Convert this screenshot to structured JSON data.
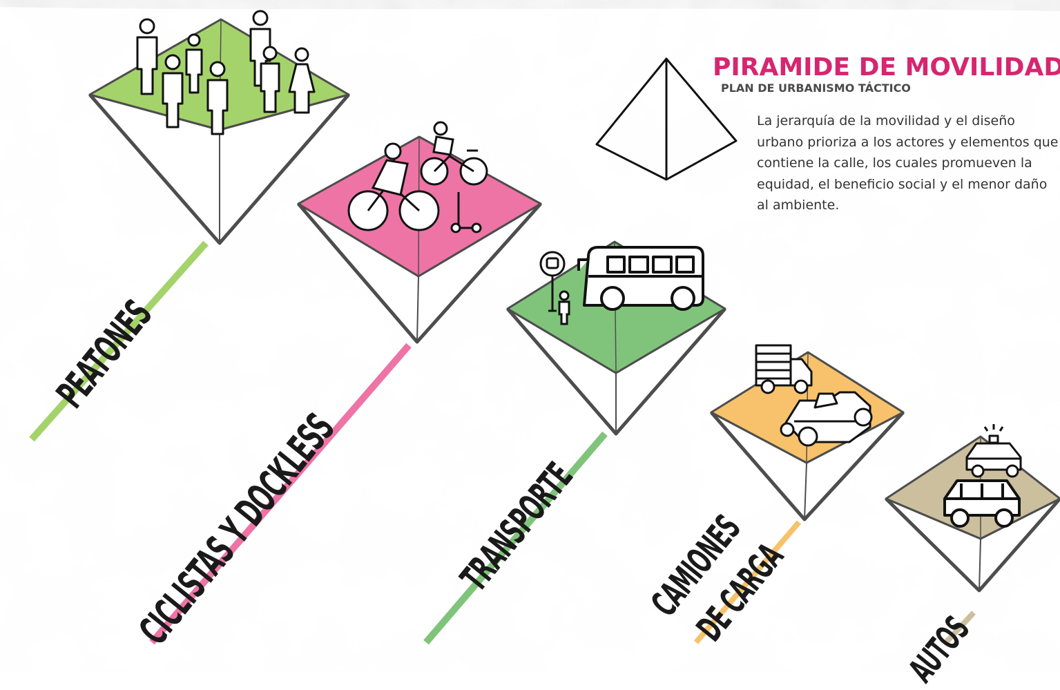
{
  "title": "PIRAMIDE DE MOVILIDAD",
  "subtitle": "PLAN DE URBANISMO TÁCTICO",
  "description": "La jerarquía de la movilidad y el diseño urbano prioriza a los actores y elementos que contiene la calle, los cuales promueven la equidad, el beneficio social y el menor daño al ambiente.",
  "levels": [
    {
      "label": "PEATONES",
      "color": "#a5d36b",
      "icons": [
        "pedestrian-group-icon"
      ]
    },
    {
      "label": "CICLISTAS Y DOCKLESS",
      "color": "#ee74a6",
      "icons": [
        "cyclist-icon",
        "bicycle-icon",
        "scooter-icon"
      ]
    },
    {
      "label": "TRANSPORTE",
      "color": "#7fc47a",
      "icons": [
        "bus-stop-sign-icon",
        "bus-icon",
        "waiting-person-icon"
      ]
    },
    {
      "label_line1": "CAMIONES",
      "label_line2": "DE CARGA",
      "color": "#f7c26b",
      "icons": [
        "box-truck-icon",
        "tractor-truck-icon"
      ]
    },
    {
      "label": "AUTOS",
      "color": "#cbbf9e",
      "icons": [
        "police-car-icon",
        "car-icon"
      ]
    }
  ],
  "legend_icon": "pyramid-outline-icon",
  "colors": {
    "title": "#d6266f",
    "outline": "#4d4d4d"
  }
}
